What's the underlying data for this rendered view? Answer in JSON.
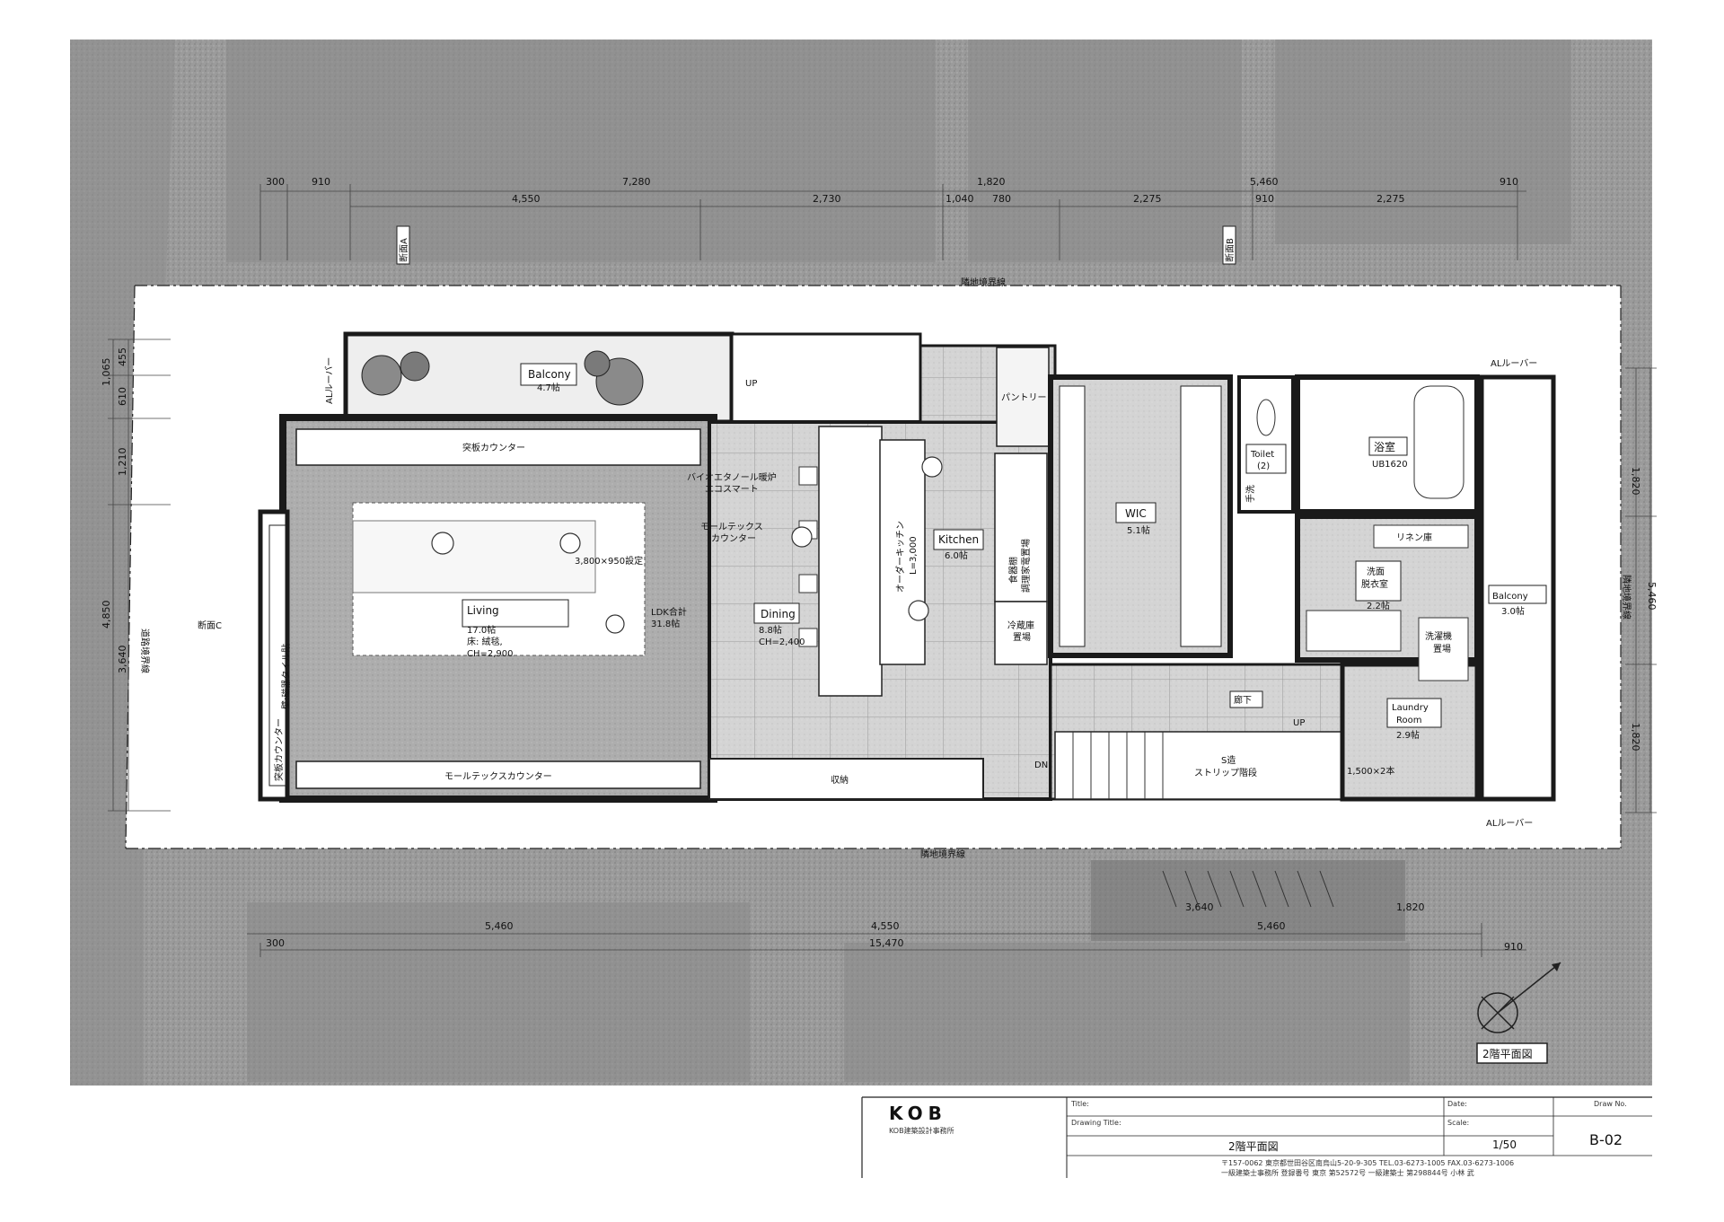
{
  "drawing": {
    "rooms": {
      "balcony_north": "Balcony",
      "balcony_north_area": "4.7帖",
      "living": "Living",
      "living_area": "17.0帖",
      "living_floor": "床: 絨毯,",
      "living_ch": "CH=2,900",
      "ldk_total": "LDK合計",
      "ldk_total_area": "31.8帖",
      "dining": "Dining",
      "dining_area": "8.8帖",
      "dining_ch": "CH=2,400",
      "kitchen": "Kitchen",
      "kitchen_area": "6.0帖",
      "pantry": "パントリー",
      "wic": "WIC",
      "wic_area": "5.1帖",
      "toilet": "Toilet",
      "toilet_count": "(2)",
      "bath": "浴室",
      "bath_spec": "UB1620",
      "linen": "リネン庫",
      "washroom_1": "洗面",
      "washroom_2": "脱衣室",
      "washroom_area": "2.2帖",
      "washer_1": "洗濯機",
      "washer_2": "置場",
      "laundry_1": "Laundry",
      "laundry_2": "Room",
      "laundry_area": "2.9帖",
      "balcony_east": "Balcony",
      "balcony_east_area": "3.0帖",
      "hallway": "廊下",
      "storage": "収納",
      "stair_1": "S造",
      "stair_2": "ストリップ階段",
      "counter_top": "突板カウンター",
      "counter_left": "突板カウンター",
      "counter_moltex": "モールテックスカウンター",
      "counter_dining_1": "モールテックス",
      "counter_dining_2": "カウンター",
      "fireplace_1": "バイオエタノール暖炉",
      "fireplace_2": "エコスマート",
      "wall_tile": "壁:磁器タイル貼",
      "order_kitchen_1": "オーダーキッチン",
      "order_kitchen_2": "L=3,000",
      "food_storage_1": "食器棚",
      "food_storage_2": "調理家電置場",
      "fridge_1": "冷蔵庫",
      "fridge_2": "置場",
      "sofa": "3,800×950設定",
      "hand_wash": "手洗",
      "pole": "1,500×2本",
      "louver_ne": "ALルーバー",
      "louver_nw": "ALルーバー",
      "louver_se": "ALルーバー",
      "up1": "UP",
      "up2": "UP",
      "dn": "DN",
      "section_c": "断面C",
      "section_a": "断面A",
      "section_b": "断面B",
      "boundary_n": "隣地境界線",
      "boundary_s": "隣地境界線",
      "boundary_w": "道路境界線",
      "boundary_e": "隣地境界線",
      "plan_title": "2階平面図"
    },
    "dims_top": {
      "d300": "300",
      "d910a": "910",
      "d7280": "7,280",
      "d1820": "1,820",
      "d5460": "5,460",
      "d910b": "910",
      "d4550": "4,550",
      "d2730": "2,730",
      "d1040": "1,040",
      "d780": "780",
      "d2275a": "2,275",
      "d910c": "910",
      "d2275b": "2,275"
    },
    "dims_bottom": {
      "d5460a": "5,460",
      "d3640": "3,640",
      "d1820": "1,820",
      "d4550": "4,550",
      "d5460b": "5,460",
      "d300": "300",
      "d15470": "15,470",
      "d910": "910"
    },
    "dims_left": {
      "d455": "455",
      "d1065": "1,065",
      "d610": "610",
      "d1210": "1,210",
      "d4850": "4,850",
      "d3640": "3,640"
    },
    "dims_right": {
      "d1820a": "1,820",
      "d5460": "5,460",
      "d1820b": "1,820"
    }
  },
  "title_block": {
    "logo": "KOB",
    "firm": "KOB建築設計事務所",
    "title_label": "Title:",
    "drawing_title_label": "Drawing Title:",
    "drawing_title": "2階平面図",
    "date_label": "Date:",
    "scale_label": "Scale:",
    "scale": "1/50",
    "draw_no_label": "Draw No.",
    "draw_no": "B-02",
    "address": "〒157-0062 東京都世田谷区南烏山5-20-9-305 TEL.03-6273-1005 FAX.03-6273-1006",
    "license": "一級建築士事務所 登録番号 東京 第52572号 一級建築士 第298844号 小林 武"
  },
  "colors": {
    "neighbor": "#8e8e8e",
    "neighbor_dark": "#7a7a7a",
    "street": "#9a9a9a",
    "interior": "#c8c8c8",
    "living": "#a9a9a9",
    "wall": "#1a1a1a"
  }
}
